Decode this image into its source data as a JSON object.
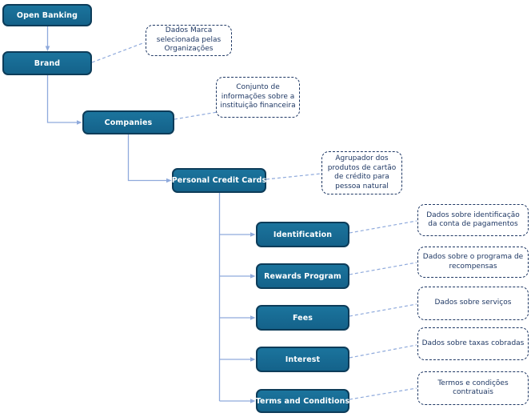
{
  "diagram": {
    "type": "hierarchy-flowchart",
    "nodes": [
      {
        "id": "open-banking",
        "label": "Open Banking"
      },
      {
        "id": "brand",
        "label": "Brand"
      },
      {
        "id": "companies",
        "label": "Companies"
      },
      {
        "id": "personal-credit-cards",
        "label": "Personal Credit Cards"
      },
      {
        "id": "identification",
        "label": "Identification"
      },
      {
        "id": "rewards-program",
        "label": "Rewards Program"
      },
      {
        "id": "fees",
        "label": "Fees"
      },
      {
        "id": "interest",
        "label": "Interest"
      },
      {
        "id": "terms-and-conditions",
        "label": "Terms and Conditions"
      }
    ],
    "edges": [
      {
        "from": "open-banking",
        "to": "brand"
      },
      {
        "from": "brand",
        "to": "companies"
      },
      {
        "from": "companies",
        "to": "personal-credit-cards"
      },
      {
        "from": "personal-credit-cards",
        "to": "identification"
      },
      {
        "from": "personal-credit-cards",
        "to": "rewards-program"
      },
      {
        "from": "personal-credit-cards",
        "to": "fees"
      },
      {
        "from": "personal-credit-cards",
        "to": "interest"
      },
      {
        "from": "personal-credit-cards",
        "to": "terms-and-conditions"
      }
    ],
    "notes": [
      {
        "for": "brand",
        "text": "Dados Marca selecionada pelas Organizações"
      },
      {
        "for": "companies",
        "text": "Conjunto de informações sobre a instituição financeira"
      },
      {
        "for": "personal-credit-cards",
        "text": "Agrupador dos produtos de cartão de crédito para pessoa natural"
      },
      {
        "for": "identification",
        "text": "Dados sobre identificação da conta de pagamentos"
      },
      {
        "for": "rewards-program",
        "text": "Dados sobre o programa de recompensas"
      },
      {
        "for": "fees",
        "text": "Dados sobre serviços"
      },
      {
        "for": "interest",
        "text": "Dados sobre taxas cobradas"
      },
      {
        "for": "terms-and-conditions",
        "text": "Termos e condições contratuais"
      }
    ],
    "colors": {
      "node_fill": "#16688f",
      "node_border": "#0d3c59",
      "node_text": "#ffffff",
      "note_border": "#1f3864",
      "note_text": "#1f3864",
      "connector": "#8faadc",
      "background": "#ffffff"
    }
  }
}
